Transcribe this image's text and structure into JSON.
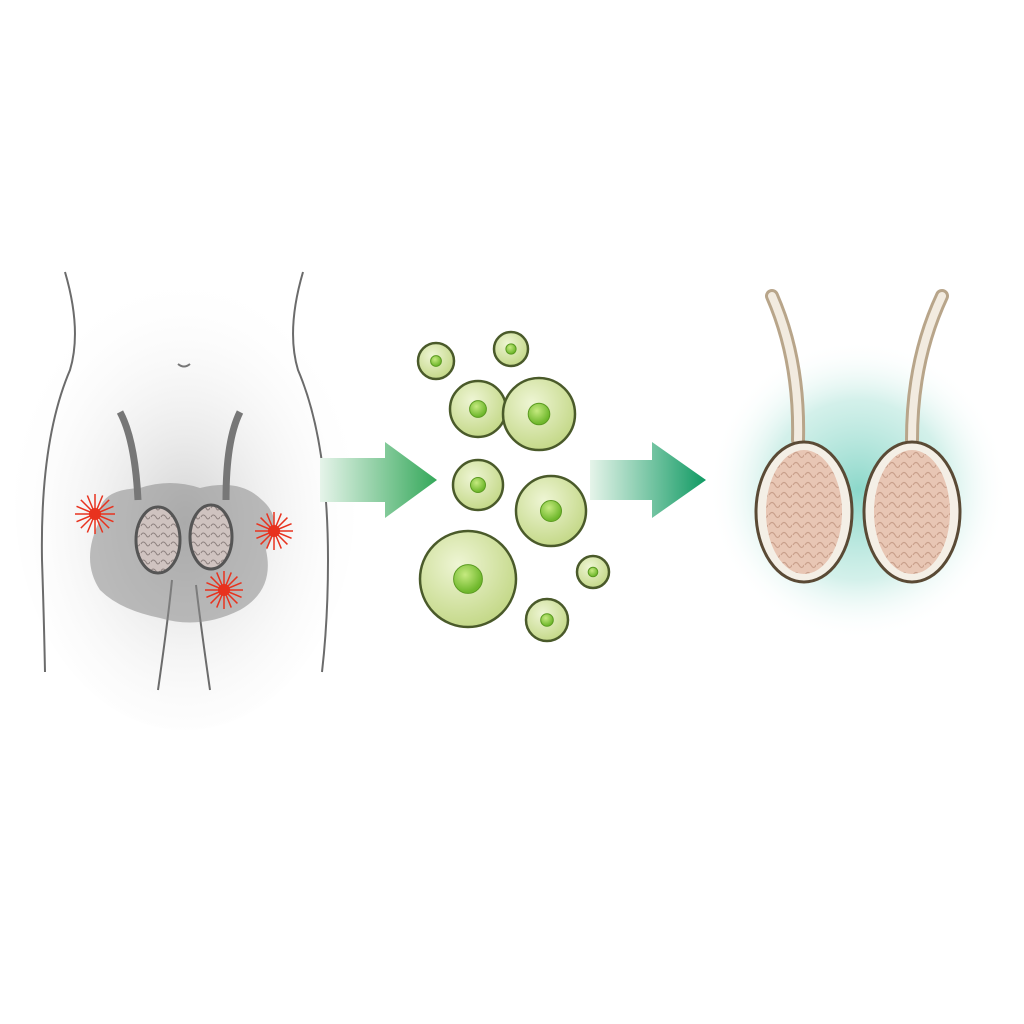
{
  "illustration": {
    "panels": [
      "inflamed-pelvis",
      "stem-cells",
      "healthy-testes"
    ],
    "colors": {
      "background": "#ffffff",
      "body_outline": "#6b6b6b",
      "inflammation_cloud": "#8a8a8a",
      "inflammation_spark": "#e8321e",
      "testis_fill_left": "#c9bcb8",
      "cell_fill": "#d3e3a4",
      "cell_outline": "#4a5a2a",
      "cell_nucleus": "#8cc63f",
      "arrow_start": "#dff0e4",
      "arrow_end": "#1e9a5a",
      "testis_fill_right": "#e9c9b8",
      "testis_shell": "#f4efe6",
      "glow": "#7fd3c4"
    },
    "icons": [
      "inflammation-spark-icon",
      "stem-cell-icon",
      "arrow-right-icon"
    ]
  }
}
